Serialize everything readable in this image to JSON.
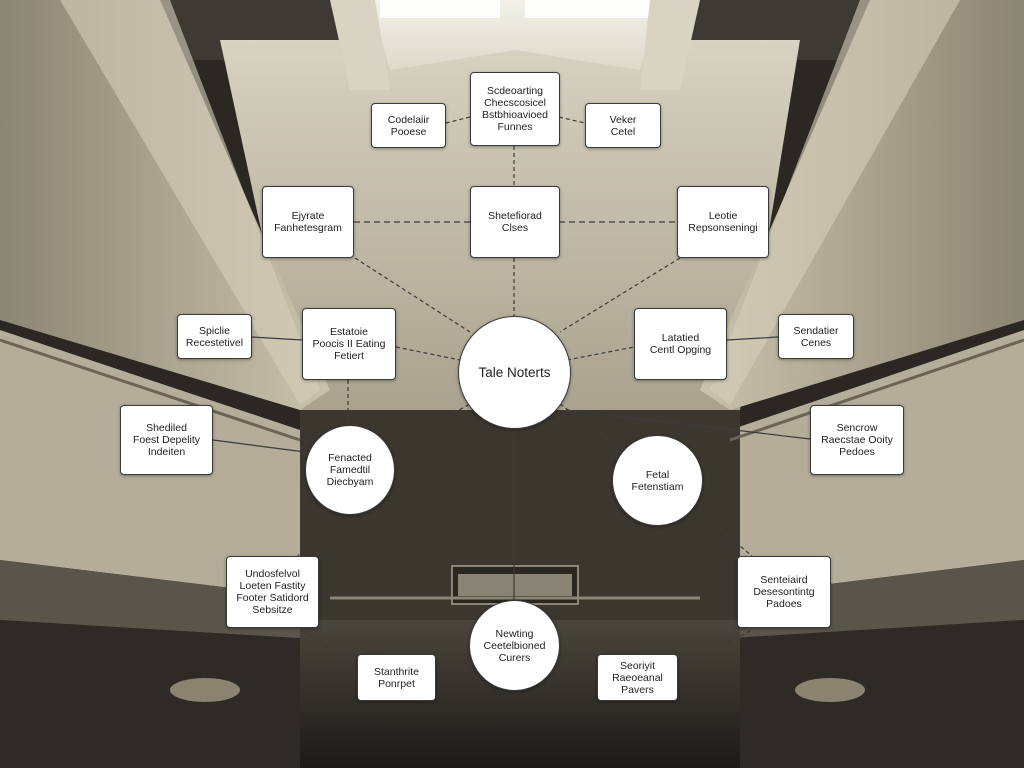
{
  "diagram": {
    "colors": {
      "node_fill": "#ffffff",
      "node_border": "#3a3a3a",
      "edge": "#3b3b3b",
      "text": "#222222"
    },
    "center": {
      "label": "Tale Noterts"
    },
    "nodes": {
      "n_top": "Scdeoarting\nChecscosicel\nBstbhioavioed\nFunnes",
      "n_codelair": "Codelaiir\nPooese",
      "n_veker": "Veker\nCetel",
      "n_ejyrate": "Ejyrate\nFanhetesgram",
      "n_shetefiorad": "Shetefiorad\nClses",
      "n_leotie": "Leotie\nRepsonseningi",
      "n_spiclie": "Spiclie\nRecestetivel",
      "n_estatoie": "Estatoie\nPoocis II Eating\nFetiert",
      "n_latatied": "Latatied\nCentl Opging",
      "n_sendatier": "Sendatier\nCenes",
      "n_shediled": "Shediled\nFoest Depelity\nIndeiten",
      "n_fenacted": "Fenacted\nFamedtil\nDiecbyam",
      "n_fetal": "Fetal\nFetenstiam",
      "n_sencrow": "Sencrow\nRaecstae Ooity\nPedoes",
      "n_undosfeu": "Undosfelvol\nLoeten Fastity\nFooter Satidord\nSebsitze",
      "n_senteiaird": "Senteiaird\nDesesontintg\nPadoes",
      "n_newting": "Newting\nCeetelbioned\nCurers",
      "n_stanthrite": "Stanthrite\nPonrpet",
      "n_seoriyit": "Seoriyit\nRaeoeanal\nPavers"
    }
  }
}
